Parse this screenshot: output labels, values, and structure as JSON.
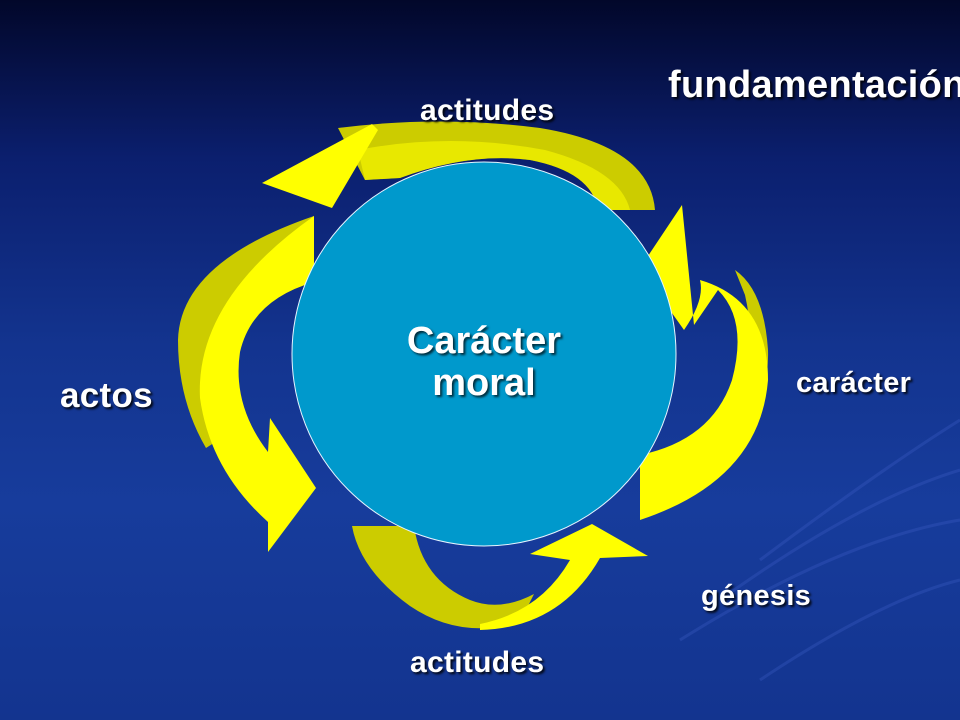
{
  "diagram": {
    "center": {
      "line1": "Carácter",
      "line2": "moral"
    },
    "labels": {
      "fundamentacion": "fundamentación",
      "actitudes_top": "actitudes",
      "actos": "actos",
      "caracter": "carácter",
      "genesis": "génesis",
      "actitudes_bottom": "actitudes"
    }
  },
  "colors": {
    "background": "#13348f",
    "circle": "#0099cc",
    "arrow_highlight": "#ffff00",
    "arrow_shadow": "#cccc00"
  }
}
